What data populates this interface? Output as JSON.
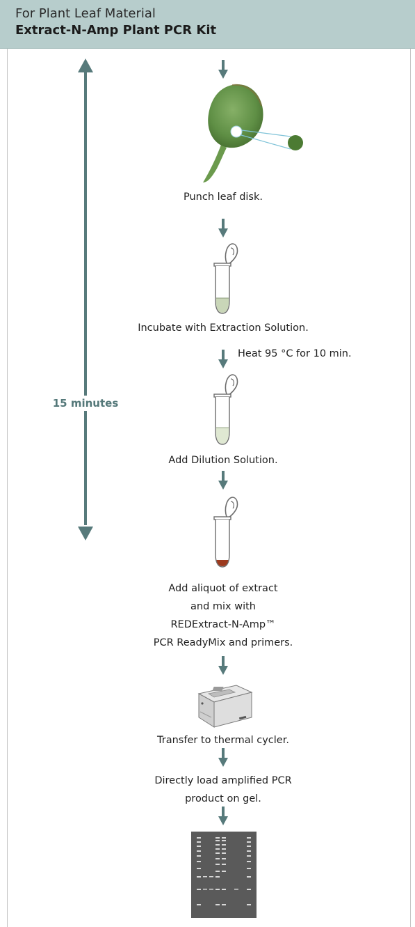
{
  "header": {
    "subtitle": "For Plant Leaf Material",
    "title": "Extract-N-Amp Plant PCR Kit"
  },
  "timeline": {
    "label": "15 minutes"
  },
  "steps": [
    {
      "text": "Punch leaf disk."
    },
    {
      "text": "Incubate with Extraction Solution."
    },
    {
      "text": "Add Dilution Solution."
    },
    {
      "lines": [
        "Add aliquot of extract",
        "and mix with",
        "REDExtract-N-Amp™",
        "PCR ReadyMix and primers."
      ]
    },
    {
      "text": "Transfer to thermal cycler."
    },
    {
      "lines": [
        "Directly load amplified PCR",
        "product on gel."
      ]
    }
  ],
  "notes": {
    "heat": "Heat 95 °C for 10 min."
  },
  "colors": {
    "header_bg": "#b7cdcc",
    "arrow": "#577a7b",
    "leaf": "#6e9a52",
    "sample_red": "#9c3a1e"
  }
}
